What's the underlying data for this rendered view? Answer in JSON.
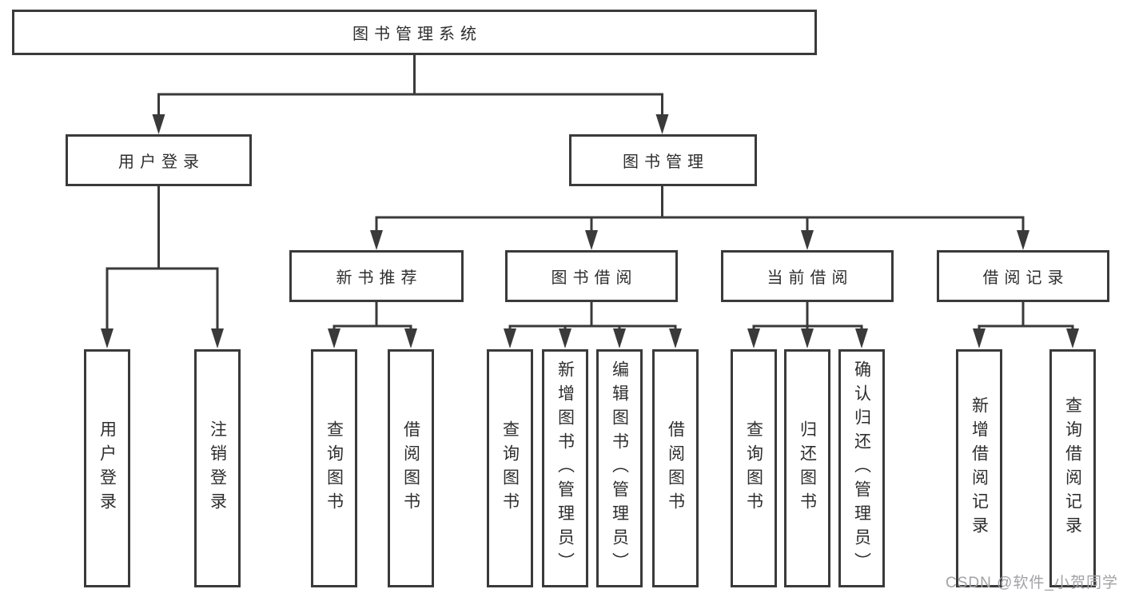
{
  "diagram": {
    "tree": {
      "label": "图书管理系统",
      "children": [
        {
          "label": "用户登录",
          "children": [
            {
              "label": "用户登录"
            },
            {
              "label": "注销登录"
            }
          ]
        },
        {
          "label": "图书管理",
          "children": [
            {
              "label": "新书推荐",
              "children": [
                {
                  "label": "查询图书"
                },
                {
                  "label": "借阅图书"
                }
              ]
            },
            {
              "label": "图书借阅",
              "children": [
                {
                  "label": "查询图书"
                },
                {
                  "label": "新增图书（管理员）"
                },
                {
                  "label": "编辑图书（管理员）"
                },
                {
                  "label": "借阅图书"
                }
              ]
            },
            {
              "label": "当前借阅",
              "children": [
                {
                  "label": "查询图书"
                },
                {
                  "label": "归还图书"
                },
                {
                  "label": "确认归还（管理员）"
                }
              ]
            },
            {
              "label": "借阅记录",
              "children": [
                {
                  "label": "新增借阅记录"
                },
                {
                  "label": "查询借阅记录"
                }
              ]
            }
          ]
        }
      ]
    },
    "colors": {
      "line": "#3a3a3a",
      "text": "#2e2e2e",
      "watermark": "#a2a2a6",
      "background": "#ffffff"
    }
  },
  "watermark": {
    "text": "CSDN @软件_小贺同学"
  }
}
